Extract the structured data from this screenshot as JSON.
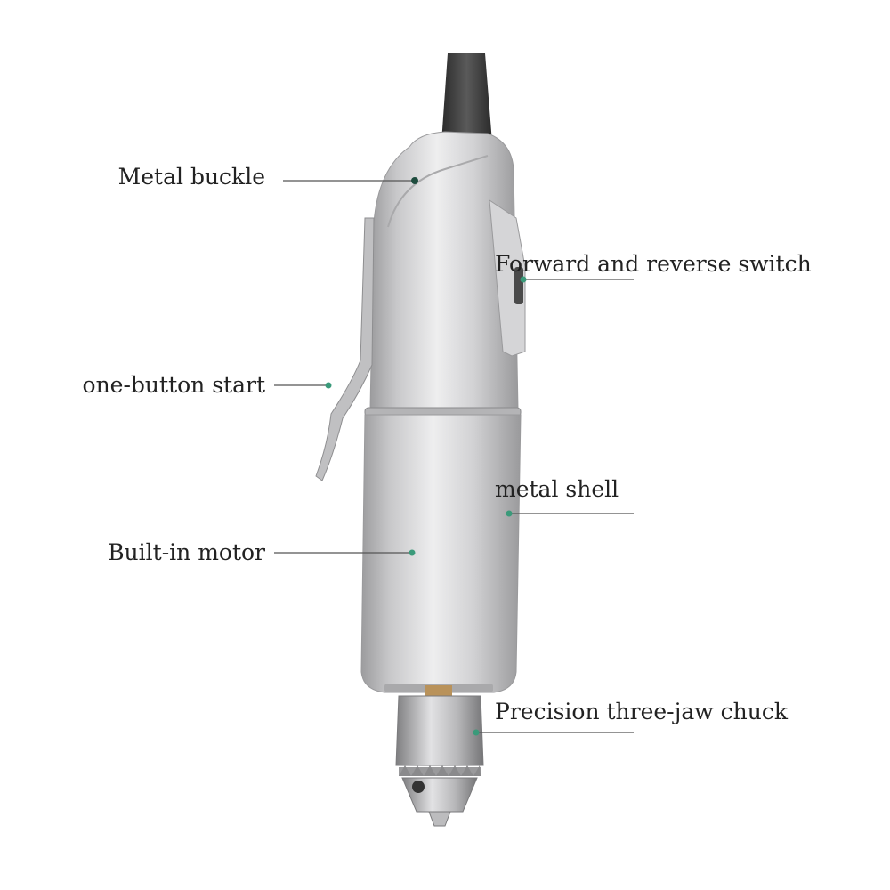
{
  "labels": {
    "metal_buckle": "Metal buckle",
    "switch": "Forward and reverse switch",
    "one_button_start": "one-button start",
    "metal_shell": "metal shell",
    "built_in_motor": "Built-in motor",
    "chuck": "Precision three-jaw chuck"
  },
  "colors": {
    "leader_line": "#555555",
    "marker_dot": "#3a9a7a",
    "body_silver": "#c9c9cb",
    "cable": "#3a3a3a"
  }
}
